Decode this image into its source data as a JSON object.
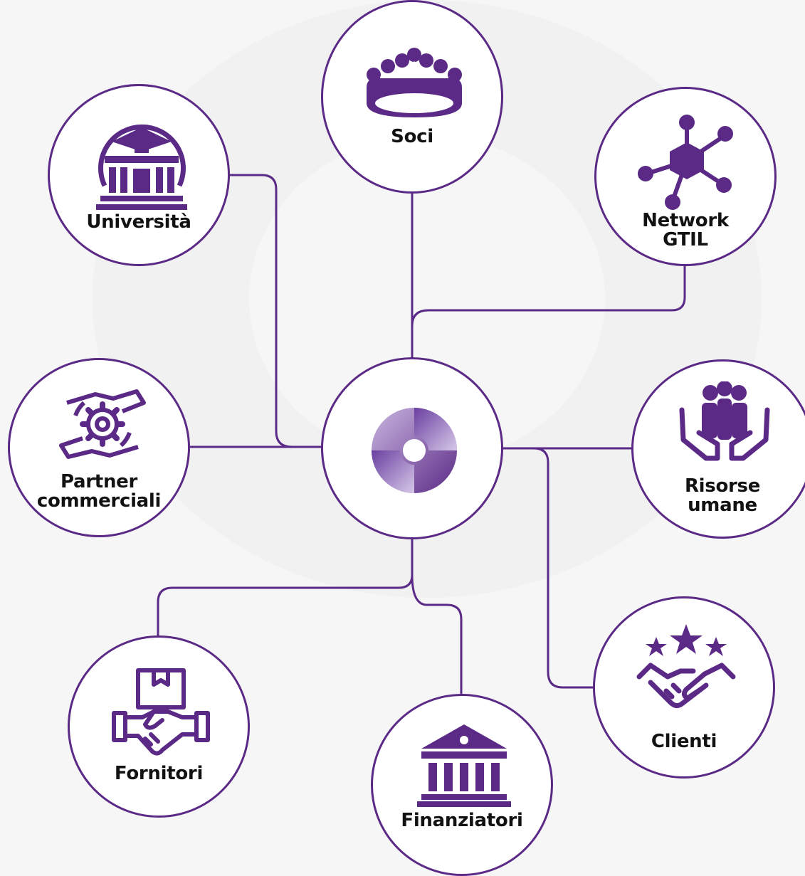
{
  "colors": {
    "accent": "#5b2a86",
    "icon": "#5b2a86",
    "background": "#f6f6f7",
    "text": "#121212"
  },
  "center": {
    "name": "Grant Thornton logo",
    "icon": "gt-swirl-icon"
  },
  "nodes": {
    "soci": {
      "label": "Soci",
      "icon": "meeting-table-icon"
    },
    "universita": {
      "label": "Università",
      "icon": "university-building-icon"
    },
    "network": {
      "label1": "Network",
      "label2": "GTIL",
      "icon": "network-hub-icon"
    },
    "partner": {
      "label1": "Partner",
      "label2": "commerciali",
      "icon": "hands-gear-icon"
    },
    "risorse": {
      "label1": "Risorse",
      "label2": "umane",
      "icon": "hands-people-icon"
    },
    "fornitori": {
      "label": "Fornitori",
      "icon": "box-handshake-icon"
    },
    "finanziatori": {
      "label": "Finanziatori",
      "icon": "bank-icon"
    },
    "clienti": {
      "label": "Clienti",
      "icon": "stars-handshake-icon"
    }
  }
}
